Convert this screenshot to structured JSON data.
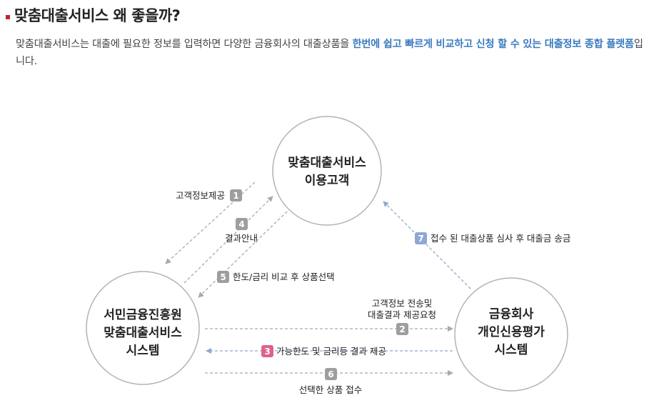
{
  "page": {
    "title": "맞춤대출서비스 왜 좋을까?",
    "description_plain": "맞춤대출서비스는 대출에 필요한 정보를 입력하면 다양한 금융회사의 대출상품을 ",
    "description_highlight": "한번에 쉽고 빠르게 비교하고 신청 할 수 있는 대출정보 종합 플랫폼",
    "description_tail": "입니다."
  },
  "diagram": {
    "nodes": {
      "customer": {
        "line1": "맞춤대출서비스",
        "line2": "이용고객"
      },
      "system": {
        "line1": "서민금융진흥원",
        "line2": "맞춤대출서비스",
        "line3": "시스템"
      },
      "bank": {
        "line1": "금융회사",
        "line2": "개인신용평가",
        "line3": "시스템"
      }
    },
    "steps": [
      {
        "num": "1",
        "label": "고객정보제공"
      },
      {
        "num": "2",
        "label_line1": "고객정보 전송및",
        "label_line2": "대출결과 제공요청"
      },
      {
        "num": "3",
        "label": "가능한도 및 금리등 결과 제공"
      },
      {
        "num": "4",
        "label": "결과안내"
      },
      {
        "num": "5",
        "label": "한도/금리 비교 후 상품선택"
      },
      {
        "num": "6",
        "label": "선택한 상품 접수"
      },
      {
        "num": "7",
        "label": "접수 된 대출상품 심사 후 대출금 송금"
      }
    ],
    "colors": {
      "grey_badge": "#9e9e9e",
      "pink_badge": "#e0628a",
      "blue_badge": "#8fa7d4",
      "grey_arrow": "#a9a9a9",
      "blue_arrow": "#8fa7d4",
      "circle_stroke": "#b3b3b3"
    }
  }
}
